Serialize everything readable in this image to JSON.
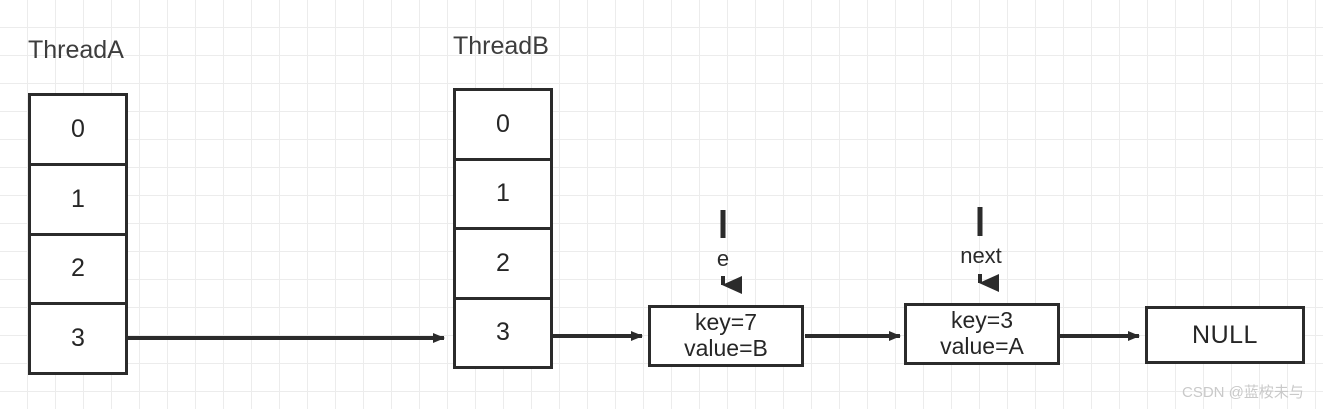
{
  "diagram": {
    "title_threadA": "ThreadA",
    "title_threadB": "ThreadB",
    "threadA": {
      "label": "ThreadA",
      "cells": [
        "0",
        "1",
        "2",
        "3"
      ]
    },
    "threadB": {
      "label": "ThreadB",
      "cells": [
        "0",
        "1",
        "2",
        "3"
      ]
    },
    "nodes": [
      {
        "key": "key=7",
        "value": "value=B"
      },
      {
        "key": "key=3",
        "value": "value=A"
      }
    ],
    "terminator": "NULL",
    "pointers": [
      {
        "name": "e"
      },
      {
        "name": "next"
      }
    ]
  },
  "watermark": {
    "text": "CSDN @蓝桉未与"
  },
  "colors": {
    "stroke": "#2b2b2b",
    "text": "#262626",
    "grid": "#ececec",
    "background": "#ffffff",
    "watermark": "#c9c9c9"
  }
}
